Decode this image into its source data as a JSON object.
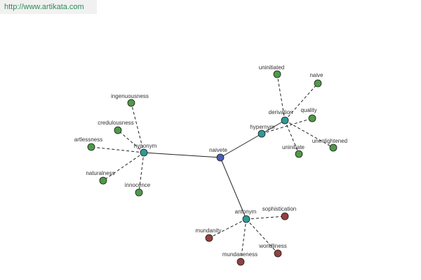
{
  "banner": {
    "url": "http://www.artikata.com"
  },
  "colors": {
    "root": "#4b5cb3",
    "relation": "#2f9a94",
    "leaf_green": "#4e9a48",
    "leaf_red": "#944040",
    "edge": "#222222"
  },
  "graph": {
    "root": {
      "id": "naivete",
      "label": "naivete"
    },
    "relations": [
      {
        "id": "hyponym",
        "label": "hyponym",
        "parent": "naivete"
      },
      {
        "id": "hypernym",
        "label": "hypernym",
        "parent": "naivete"
      },
      {
        "id": "derivation",
        "label": "derivation",
        "parent": "hypernym"
      },
      {
        "id": "antonym",
        "label": "antonym",
        "parent": "naivete"
      }
    ],
    "leaves": [
      {
        "id": "ingenuousness",
        "label": "ingenuousness",
        "parent": "hyponym",
        "tone": "green"
      },
      {
        "id": "credulousness",
        "label": "credulousness",
        "parent": "hyponym",
        "tone": "green"
      },
      {
        "id": "artlessness",
        "label": "artlessness",
        "parent": "hyponym",
        "tone": "green"
      },
      {
        "id": "naturalness",
        "label": "naturalness",
        "parent": "hyponym",
        "tone": "green"
      },
      {
        "id": "innocence",
        "label": "innocence",
        "parent": "hyponym",
        "tone": "green"
      },
      {
        "id": "uninitiated",
        "label": "uninitiated",
        "parent": "derivation",
        "tone": "green"
      },
      {
        "id": "naive",
        "label": "naive",
        "parent": "derivation",
        "tone": "green"
      },
      {
        "id": "uninitiate",
        "label": "uninitiate",
        "parent": "derivation",
        "tone": "green"
      },
      {
        "id": "quality",
        "label": "quality",
        "parent": "hypernym",
        "tone": "green"
      },
      {
        "id": "unenlightened",
        "label": "unenlightened",
        "parent": "derivation",
        "tone": "green"
      },
      {
        "id": "sophistication",
        "label": "sophistication",
        "parent": "antonym",
        "tone": "red"
      },
      {
        "id": "mundanity",
        "label": "mundanity",
        "parent": "antonym",
        "tone": "red"
      },
      {
        "id": "mundaneness",
        "label": "mundaneness",
        "parent": "antonym",
        "tone": "red"
      },
      {
        "id": "worldliness",
        "label": "worldliness",
        "parent": "antonym",
        "tone": "red"
      }
    ]
  }
}
